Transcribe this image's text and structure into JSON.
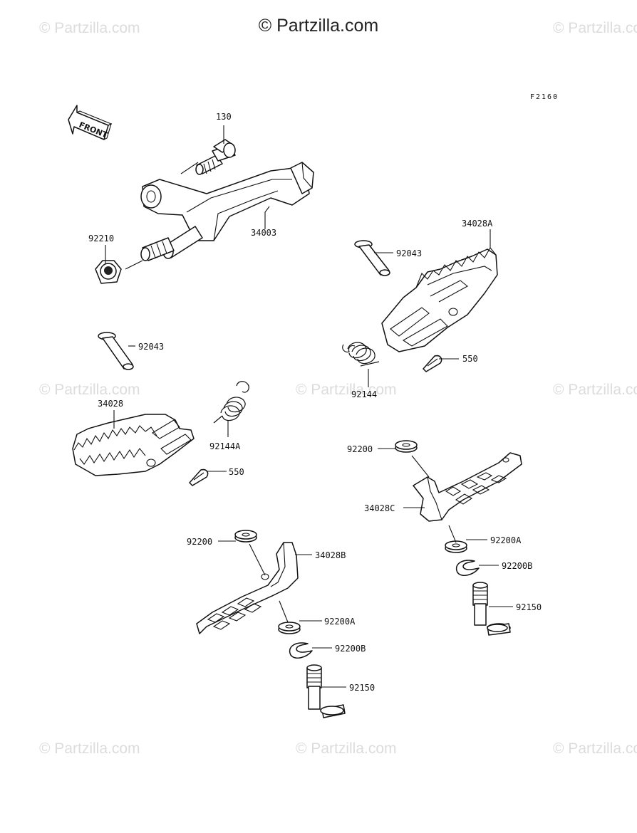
{
  "header": {
    "copyright": "© Partzilla.com"
  },
  "watermark": {
    "text": "© Partzilla.com",
    "color": "#dcdcdc"
  },
  "figure_code": "F2160",
  "front_arrow": {
    "text": "FRONT"
  },
  "parts": [
    {
      "id": "130"
    },
    {
      "id": "34003"
    },
    {
      "id": "92210"
    },
    {
      "id": "92043"
    },
    {
      "id": "34028A"
    },
    {
      "id": "92043"
    },
    {
      "id": "34028"
    },
    {
      "id": "92144"
    },
    {
      "id": "550"
    },
    {
      "id": "92144A"
    },
    {
      "id": "550"
    },
    {
      "id": "92200"
    },
    {
      "id": "34028C"
    },
    {
      "id": "92200A"
    },
    {
      "id": "92200B"
    },
    {
      "id": "92150"
    },
    {
      "id": "92200"
    },
    {
      "id": "34028B"
    },
    {
      "id": "92200A"
    },
    {
      "id": "92200B"
    },
    {
      "id": "92150"
    }
  ]
}
